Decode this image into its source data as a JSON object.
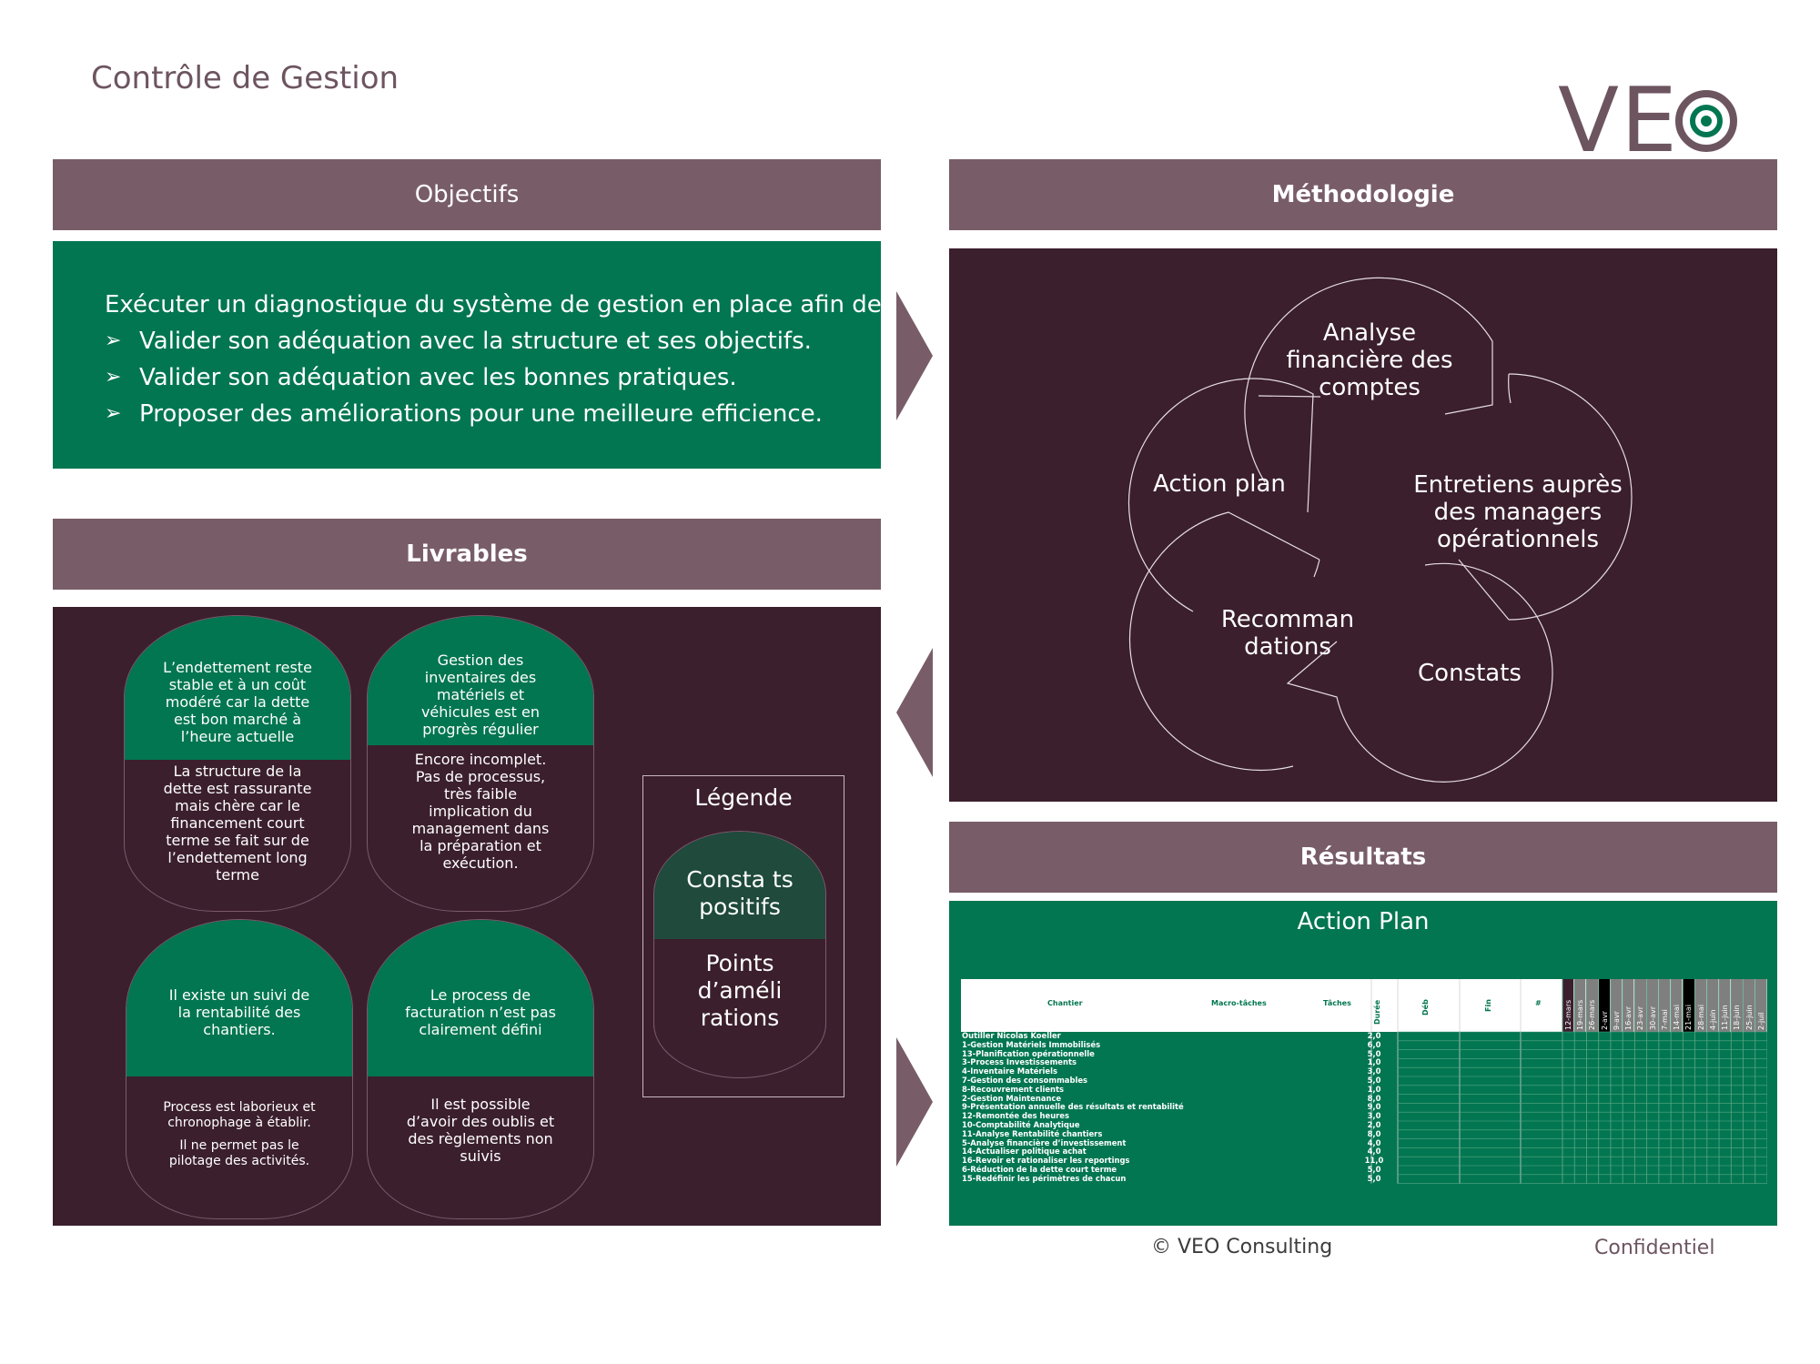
{
  "header": {
    "title": "Contrôle de Gestion",
    "logo_text": "VE"
  },
  "objectifs": {
    "title": "Objectifs",
    "intro": "Exécuter un diagnostique du système de gestion en place afin de:",
    "bullets": [
      "Valider son adéquation avec la structure et ses objectifs.",
      "Valider son adéquation avec les bonnes pratiques.",
      "Proposer des améliorations pour une meilleure efficience."
    ]
  },
  "livrables": {
    "title": "Livrables",
    "cards": [
      {
        "top": "L’endettement reste stable et à un coût modéré car la dette est bon marché à l’heure actuelle",
        "bottom": "La structure de la dette est rassurante mais chère car le financement court terme se fait sur de l’endettement long terme"
      },
      {
        "top": "Gestion des inventaires des matériels et véhicules est en progrès régulier",
        "bottom": "Encore incomplet. Pas de processus, très faible implication du management dans la préparation et exécution."
      },
      {
        "top": "Il existe un suivi de la rentabilité des chantiers.",
        "bottom": "Process est laborieux et chronophage à établir.",
        "bottom2": "Il ne permet pas le pilotage des activités."
      },
      {
        "top": "Le process de facturation n’est pas clairement défini",
        "bottom": "Il est possible d’avoir des oublis et des règlements non suivis"
      }
    ],
    "legend": {
      "title": "Légende",
      "top": "Consta ts positifs",
      "bottom": "Points d’améli rations"
    }
  },
  "methodologie": {
    "title": "Méthodologie",
    "steps": [
      "Analyse financière des comptes",
      "Entretiens auprès des managers opérationnels",
      "Constats",
      "Recomman dations",
      "Action plan"
    ]
  },
  "resultats": {
    "title": "Résultats",
    "subtitle": "Action Plan",
    "table": {
      "headers": [
        "Chantier",
        "Macro-tâches",
        "Tâches",
        "Durée",
        "Déb",
        "Fin",
        "#"
      ],
      "weeks": [
        "12-mars",
        "19-mars",
        "26-mars",
        "2-avr",
        "9-avr",
        "16-avr",
        "23-avr",
        "30-avr",
        "7-mai",
        "14-mai",
        "21-mai",
        "28-mai",
        "4-juin",
        "11-juin",
        "18-juin",
        "25-juin",
        "2-juil"
      ],
      "rows": [
        {
          "label": "Outiller Nicolas Koeller",
          "duree": "2,0"
        },
        {
          "label": "1-Gestion Matériels Immobilisés",
          "duree": "6,0"
        },
        {
          "label": "13-Planification opérationnelle",
          "duree": "5,0"
        },
        {
          "label": "3-Process Investissements",
          "duree": "1,0"
        },
        {
          "label": "4-Inventaire Matériels",
          "duree": "3,0"
        },
        {
          "label": "7-Gestion des consommables",
          "duree": "5,0"
        },
        {
          "label": "8-Recouvrement clients",
          "duree": "1,0"
        },
        {
          "label": "2-Gestion Maintenance",
          "duree": "8,0"
        },
        {
          "label": "9-Présentation annuelle des résultats et rentabilité",
          "duree": "9,0"
        },
        {
          "label": "12-Remontée des heures",
          "duree": "3,0"
        },
        {
          "label": "10-Comptabilité Analytique",
          "duree": "2,0"
        },
        {
          "label": "11-Analyse Rentabilité chantiers",
          "duree": "8,0"
        },
        {
          "label": "5-Analyse financière d’investissement",
          "duree": "4,0"
        },
        {
          "label": "14-Actualiser politique achat",
          "duree": "4,0"
        },
        {
          "label": "16-Revoir et rationaliser les reportings",
          "duree": "11,0"
        },
        {
          "label": "6-Réduction de la dette court terme",
          "duree": "5,0"
        },
        {
          "label": "15-Redéfinir les périmètres de chacun",
          "duree": "5,0"
        }
      ]
    }
  },
  "footer": {
    "copyright": "© VEO Consulting",
    "confidential": "Confidentiel"
  }
}
